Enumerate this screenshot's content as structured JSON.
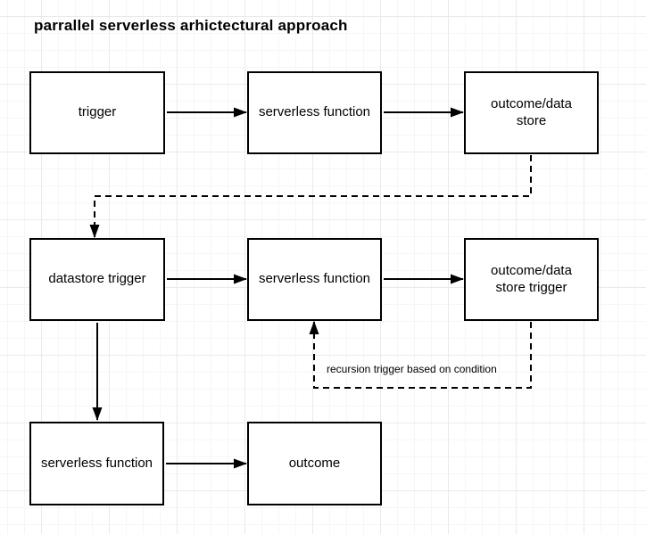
{
  "title": "parrallel serverless arhictectural approach",
  "colors": {
    "shape_border": "#000000",
    "shape_fill": "#ffffff",
    "text": "#000000",
    "canvas_background": "#ffffff",
    "grid_minor": "#f6f6f6",
    "grid_major": "#eaeaea"
  },
  "diagram": {
    "nodes": [
      {
        "id": "trigger",
        "label": "trigger",
        "row": 1
      },
      {
        "id": "serverless-function-1",
        "label": "serverless function",
        "row": 1
      },
      {
        "id": "outcome-data-store",
        "label": "outcome/data store",
        "row": 1
      },
      {
        "id": "datastore-trigger",
        "label": "datastore trigger",
        "row": 2
      },
      {
        "id": "serverless-function-2",
        "label": "serverless function",
        "row": 2
      },
      {
        "id": "outcome-data-store-trigger",
        "label": "outcome/data store trigger",
        "row": 2
      },
      {
        "id": "serverless-function-3",
        "label": "serverless function",
        "row": 3
      },
      {
        "id": "outcome",
        "label": "outcome",
        "row": 3
      }
    ],
    "edges": [
      {
        "from": "trigger",
        "to": "serverless-function-1",
        "style": "solid",
        "label": ""
      },
      {
        "from": "serverless-function-1",
        "to": "outcome-data-store",
        "style": "solid",
        "label": ""
      },
      {
        "from": "outcome-data-store",
        "to": "datastore-trigger",
        "style": "dashed",
        "label": ""
      },
      {
        "from": "datastore-trigger",
        "to": "serverless-function-2",
        "style": "solid",
        "label": ""
      },
      {
        "from": "serverless-function-2",
        "to": "outcome-data-store-trigger",
        "style": "solid",
        "label": ""
      },
      {
        "from": "outcome-data-store-trigger",
        "to": "serverless-function-2",
        "style": "dashed",
        "label": "recursion trigger based on condition"
      },
      {
        "from": "datastore-trigger",
        "to": "serverless-function-3",
        "style": "solid",
        "label": ""
      },
      {
        "from": "serverless-function-3",
        "to": "outcome",
        "style": "solid",
        "label": ""
      }
    ]
  }
}
